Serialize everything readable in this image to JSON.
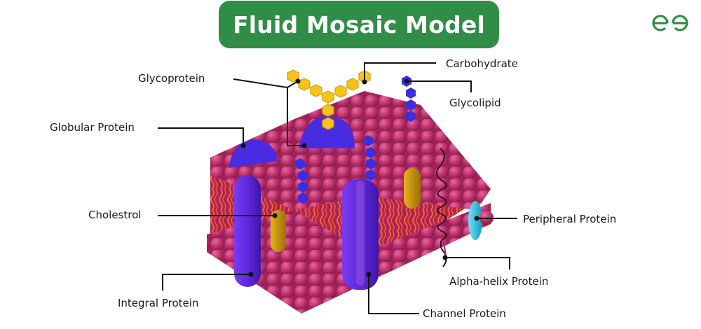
{
  "header": {
    "title": "Fluid Mosaic Model",
    "title_bg": "#2f8d46",
    "logo": "geeksforgeeks-logo-icon",
    "logo_color": "#2f8d46"
  },
  "labels": {
    "glycoprotein": "Glycoprotein",
    "carbohydrate": "Carbohydrate",
    "glycolipid": "Glycolipid",
    "globular_protein": "Globular Protein",
    "cholestrol": "Cholestrol",
    "peripheral_protein": "Peripheral Protein",
    "alpha_helix_protein": "Alpha-helix Protein",
    "integral_protein": "Integral Protein",
    "channel_protein": "Channel Protein"
  },
  "colors": {
    "phospholipid_head": "#c2336f",
    "phospholipid_tail": "#f4511e",
    "protein_blue": "#4a2ce0",
    "integral_purple": "#6a2de0",
    "carbohydrate_yellow": "#f7c21a",
    "cholesterol_gold": "#c9920c",
    "peripheral_cyan": "#22c3e6",
    "helix_dark": "#3a0d1f",
    "leader_line": "#111111"
  }
}
